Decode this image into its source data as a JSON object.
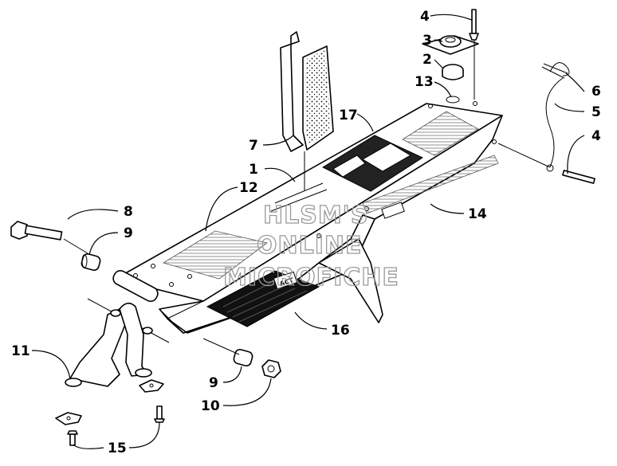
{
  "watermark": {
    "line1": "HLSM'S",
    "line2": "ONLINE",
    "line3": "MICROFICHE"
  },
  "decal_text": {
    "act_logo": "ACT"
  },
  "callouts": [
    {
      "id": "c-4a",
      "label": "4"
    },
    {
      "id": "c-3",
      "label": "3"
    },
    {
      "id": "c-2",
      "label": "2"
    },
    {
      "id": "c-13",
      "label": "13"
    },
    {
      "id": "c-6",
      "label": "6"
    },
    {
      "id": "c-5",
      "label": "5"
    },
    {
      "id": "c-4b",
      "label": "4"
    },
    {
      "id": "c-17",
      "label": "17"
    },
    {
      "id": "c-7",
      "label": "7"
    },
    {
      "id": "c-1",
      "label": "1"
    },
    {
      "id": "c-12",
      "label": "12"
    },
    {
      "id": "c-14",
      "label": "14"
    },
    {
      "id": "c-8",
      "label": "8"
    },
    {
      "id": "c-9a",
      "label": "9"
    },
    {
      "id": "c-16",
      "label": "16"
    },
    {
      "id": "c-11",
      "label": "11"
    },
    {
      "id": "c-9b",
      "label": "9"
    },
    {
      "id": "c-10",
      "label": "10"
    },
    {
      "id": "c-15",
      "label": "15"
    }
  ]
}
